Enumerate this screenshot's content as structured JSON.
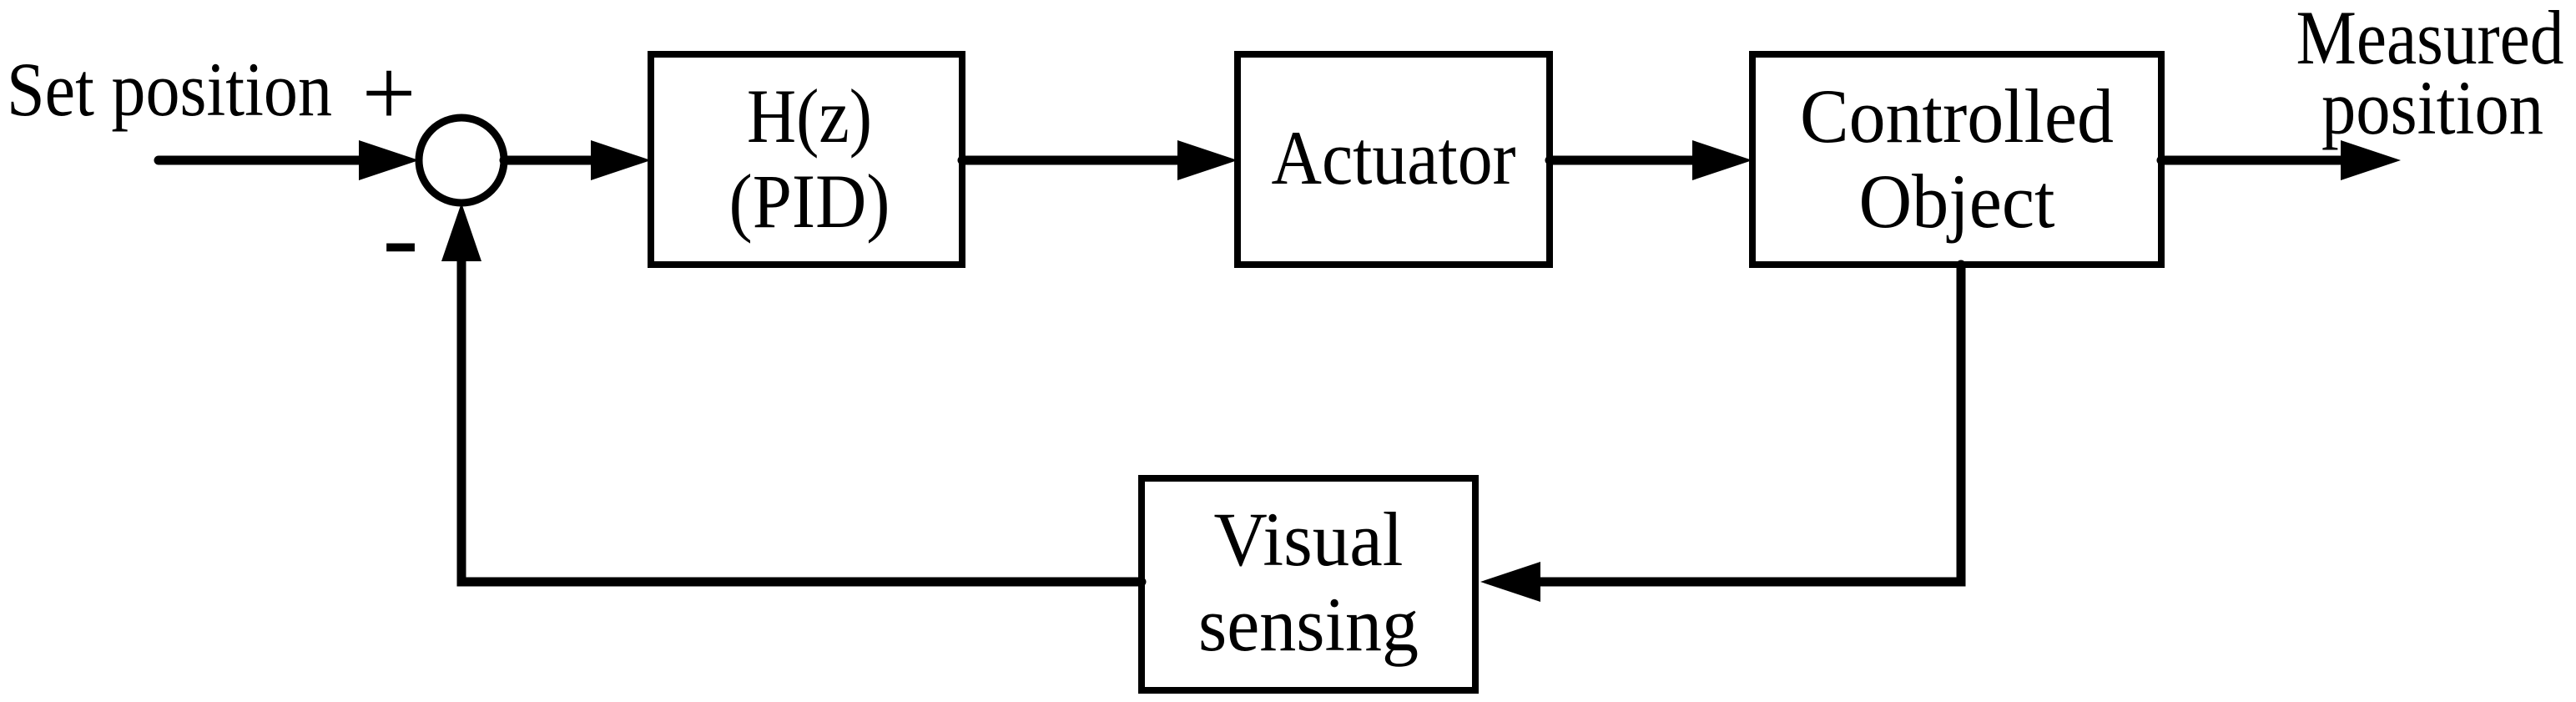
{
  "figure": {
    "type": "feedback-control-block-diagram",
    "background_color": "#ffffff",
    "line_color": "#000000"
  },
  "labels": {
    "set_position": "Set position",
    "plus": "+",
    "minus": "-",
    "measured_line1": "Measured",
    "measured_line2": "position"
  },
  "blocks": {
    "controller": {
      "line1": "H(z)",
      "line2": "(PID)"
    },
    "actuator": {
      "label": "Actuator"
    },
    "plant": {
      "line1": "Controlled",
      "line2": "Object"
    },
    "sensor": {
      "line1": "Visual",
      "line2": "sensing"
    }
  }
}
